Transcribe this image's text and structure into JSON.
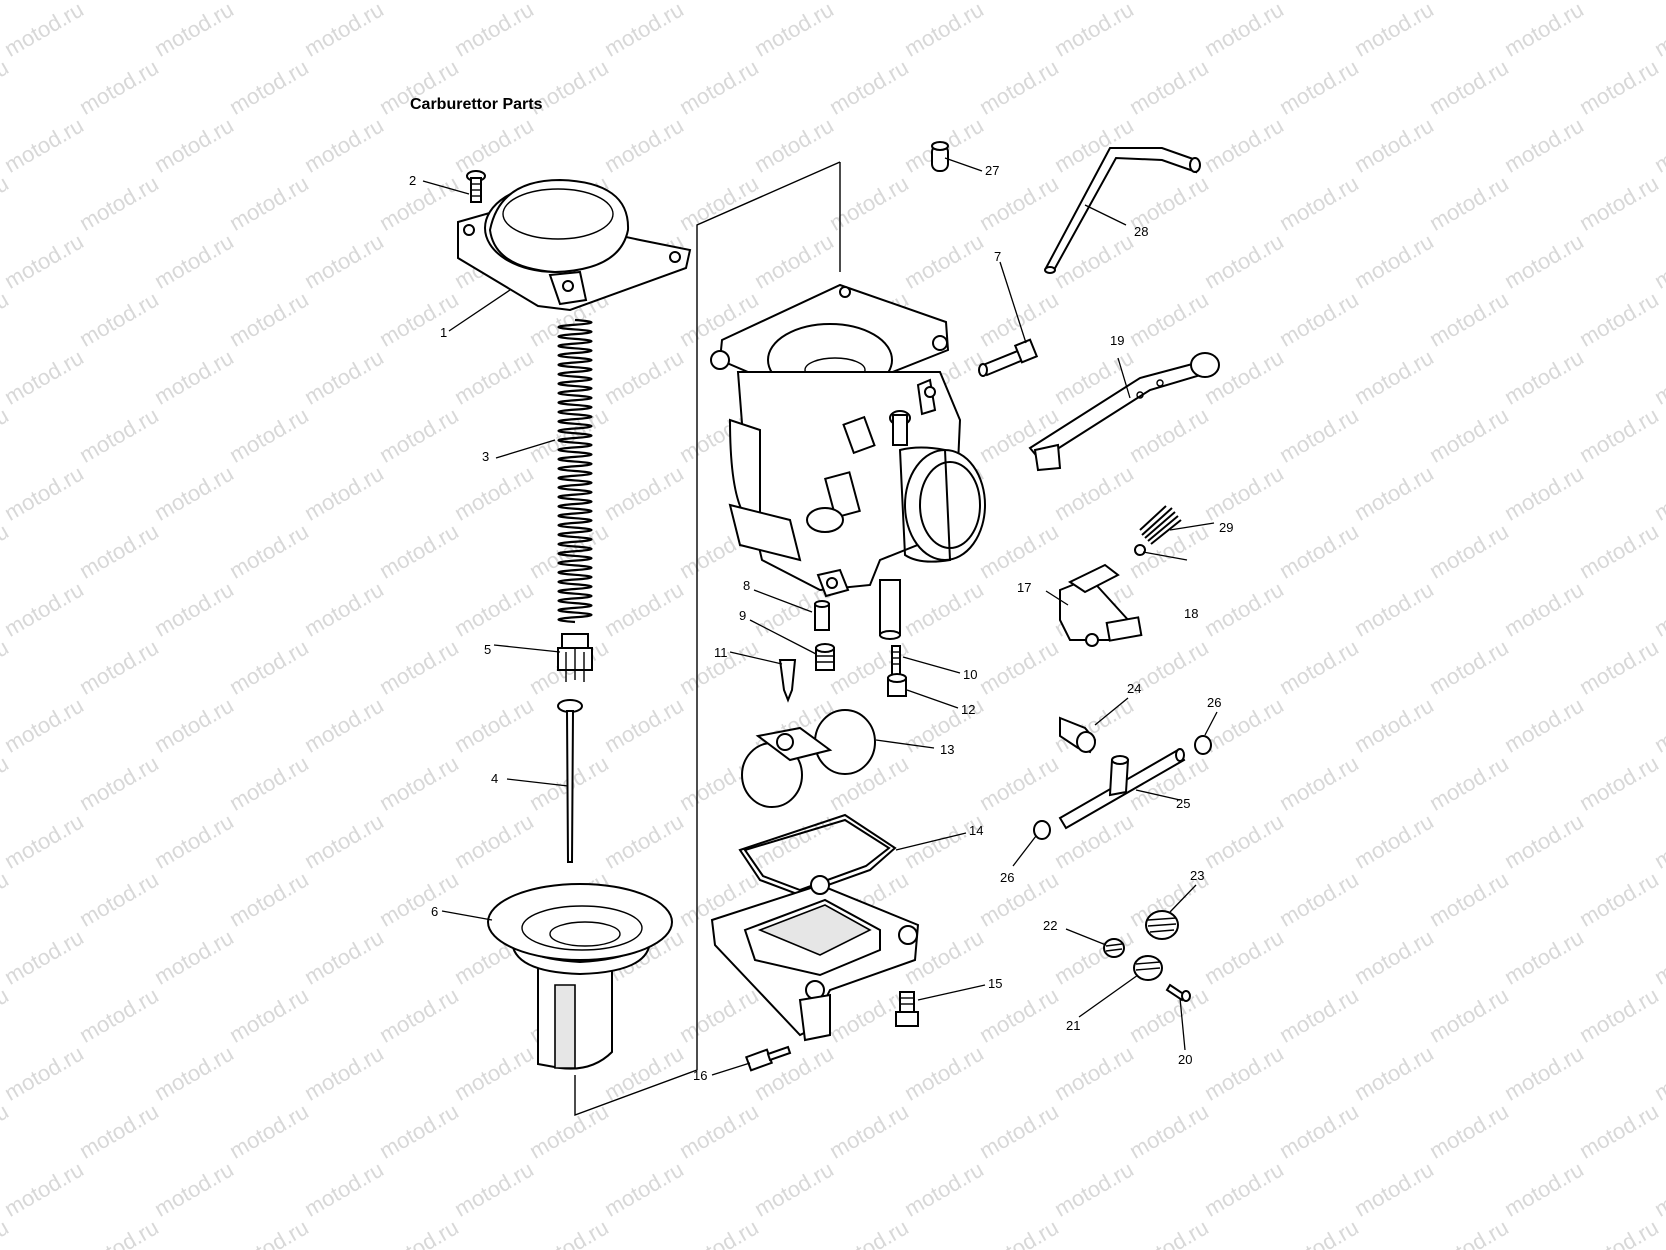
{
  "title": "Carburettor Parts",
  "watermark_text": "motod.ru",
  "labels": [
    "1",
    "2",
    "3",
    "4",
    "5",
    "6",
    "7",
    "8",
    "9",
    "10",
    "11",
    "12",
    "13",
    "14",
    "15",
    "16",
    "17",
    "18",
    "19",
    "20",
    "21",
    "22",
    "23",
    "24",
    "25",
    "26",
    "26",
    "27",
    "28",
    "29"
  ]
}
